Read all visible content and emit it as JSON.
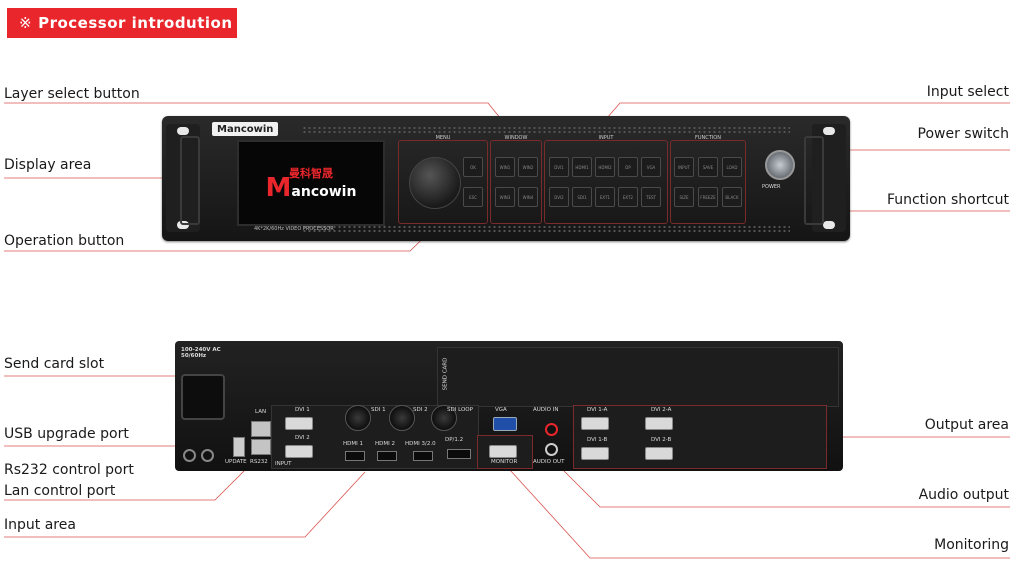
{
  "banner": {
    "icon": "※",
    "title": "Processor introdution"
  },
  "labels": {
    "layer_select": "Layer select button",
    "display_area": "Display area",
    "operation_button": "Operation button",
    "input_select": "Input select",
    "power_switch": "Power switch",
    "function_shortcut": "Function shortcut",
    "send_card_slot": "Send card slot",
    "usb_upgrade": "USB upgrade port",
    "rs232": "Rs232 control port",
    "lan": "Lan control port",
    "input_area": "Input area",
    "output_area": "Output area",
    "audio_output": "Audio output",
    "monitoring": "Monitoring"
  },
  "front": {
    "brand": "Mancowin",
    "screen_cn": "曼科智晟",
    "screen_en": "ancowin",
    "model": "4K*2K/60Hz VIDEO PROCESSOR",
    "groups": {
      "menu": "MENU",
      "window": "WINDOW",
      "input": "INPUT",
      "function": "FUNCTION"
    },
    "menu_buttons": [
      "OK",
      "ESC"
    ],
    "window_buttons": [
      "WIN1",
      "WIN2",
      "WIN3",
      "WIN4"
    ],
    "input_buttons": [
      "DVI1",
      "HDMI1",
      "HDMI2",
      "DP",
      "VGA",
      "DVI2",
      "SDI1",
      "EXT1",
      "EXT2",
      "TEST"
    ],
    "function_buttons": [
      "INPUT",
      "SAVE",
      "LOAD",
      "SIZE",
      "FREEZE",
      "BLACK"
    ],
    "power": "POWER"
  },
  "rear": {
    "power_in": "100-240V AC\n50/60Hz",
    "lan": "LAN",
    "update": "UPDATE",
    "rs232": "RS232",
    "send_card": "SEND CARD",
    "dvi1": "DVI 1",
    "dvi2": "DVI 2",
    "input": "INPUT",
    "sdi1": "SDI 1",
    "sdi2": "SDI 2",
    "sdi_loop": "SDI LOOP",
    "hdmi1": "HDMI 1",
    "hdmi2": "HDMI 2",
    "hdmi3": "HDMI 3/2.0",
    "dp": "DP/1.2",
    "vga": "VGA",
    "audio_in": "AUDIO IN",
    "audio_out": "AUDIO OUT",
    "monitor": "MONITOR",
    "dvi1a": "DVI 1-A",
    "dvi2a": "DVI 2-A",
    "dvi1b": "DVI 1-B",
    "dvi2b": "DVI 2-B"
  },
  "colors": {
    "accent": "#e8262b",
    "leader": "#d9534f"
  }
}
